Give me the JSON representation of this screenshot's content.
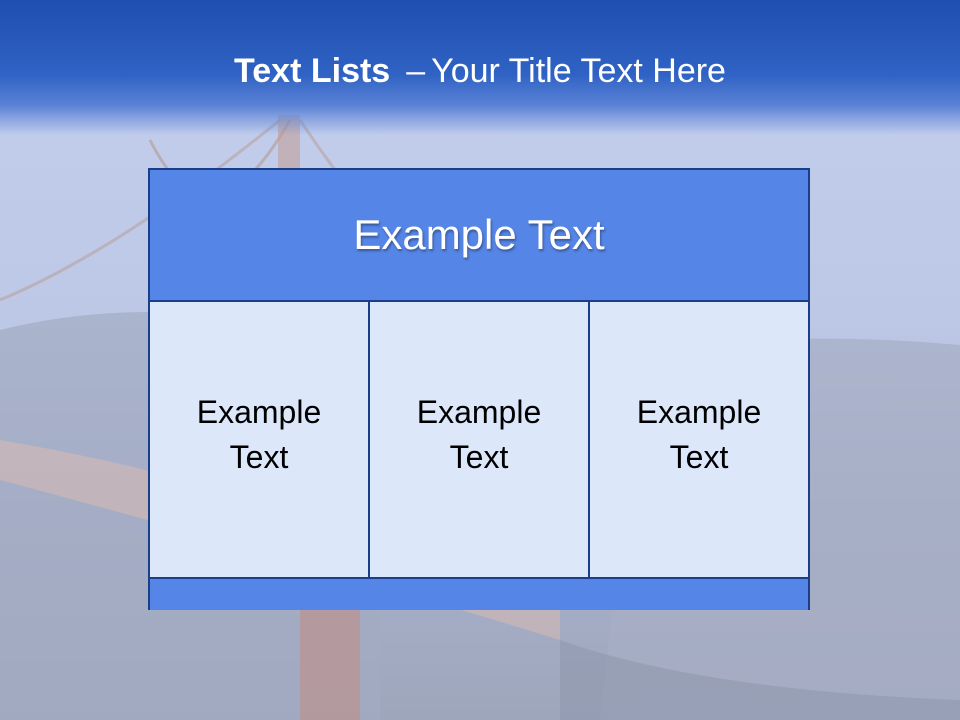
{
  "slide": {
    "title_bold": "Text Lists",
    "title_separator": "–",
    "title_rest": "Your Title Text Here"
  },
  "panel": {
    "header": "Example Text",
    "columns": [
      {
        "text": "Example Text"
      },
      {
        "text": "Example Text"
      },
      {
        "text": "Example Text"
      }
    ]
  },
  "colors": {
    "header_band": "#2f62c4",
    "panel_accent": "#5585e6",
    "panel_fill": "#dce7fa",
    "panel_border": "#1a3f8a"
  }
}
